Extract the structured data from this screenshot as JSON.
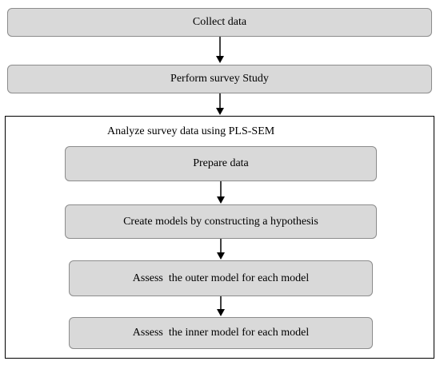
{
  "diagram": {
    "steps": {
      "collect": "Collect data",
      "survey": "Perform survey Study"
    },
    "analysis": {
      "title": "Analyze survey data using PLS-SEM",
      "steps": {
        "prepare": "Prepare data",
        "create_models": "Create models by constructing a hypothesis",
        "outer": "Assess  the outer model for each model",
        "inner": "Assess  the inner model for each model"
      }
    }
  }
}
